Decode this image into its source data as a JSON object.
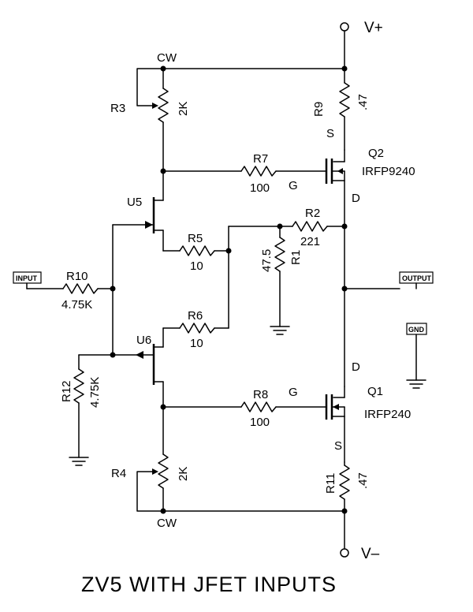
{
  "title": "ZV5 WITH JFET INPUTS",
  "rails": {
    "pos": "V+",
    "neg": "V–"
  },
  "ports": {
    "input": "INPUT",
    "output": "OUTPUT",
    "gnd": "GND"
  },
  "resistors": {
    "R1": {
      "ref": "R1",
      "value": "47.5"
    },
    "R2": {
      "ref": "R2",
      "value": "221"
    },
    "R3": {
      "ref": "R3",
      "value": "2K"
    },
    "R4": {
      "ref": "R4",
      "value": "2K"
    },
    "R5": {
      "ref": "R5",
      "value": "10"
    },
    "R6": {
      "ref": "R6",
      "value": "10"
    },
    "R7": {
      "ref": "R7",
      "value": "100"
    },
    "R8": {
      "ref": "R8",
      "value": "100"
    },
    "R9": {
      "ref": "R9",
      "value": ".47"
    },
    "R10": {
      "ref": "R10",
      "value": "4.75K"
    },
    "R11": {
      "ref": "R11",
      "value": ".47"
    },
    "R12": {
      "ref": "R12",
      "value": "4.75K"
    }
  },
  "pot_wiper_label": "CW",
  "transistors": {
    "Q1": {
      "ref": "Q1",
      "part": "IRFP240",
      "gate": "G",
      "drain": "D",
      "source": "S"
    },
    "Q2": {
      "ref": "Q2",
      "part": "IRFP9240",
      "gate": "G",
      "drain": "D",
      "source": "S"
    },
    "U5": {
      "ref": "U5"
    },
    "U6": {
      "ref": "U6"
    }
  }
}
